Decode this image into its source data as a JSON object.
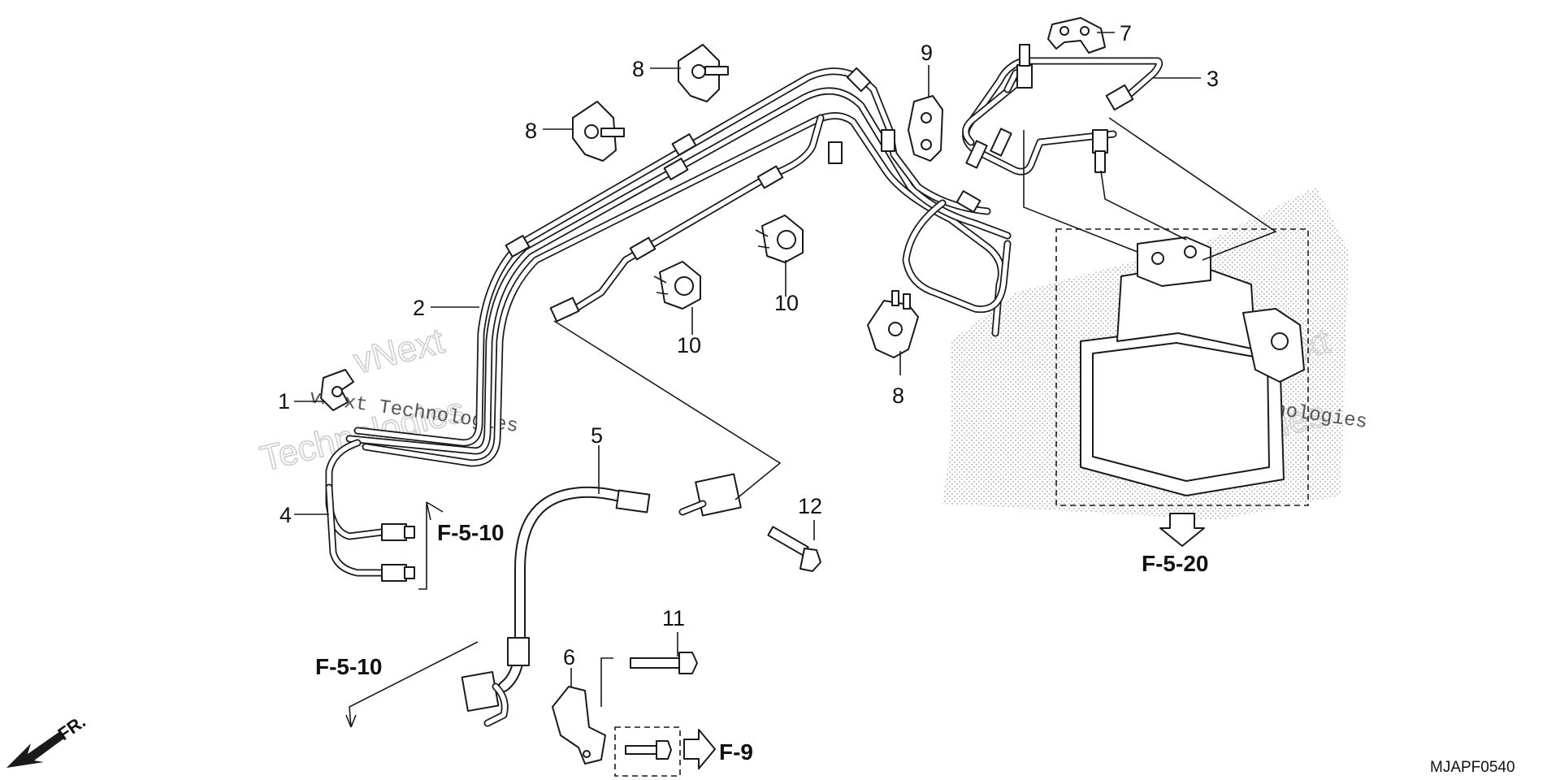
{
  "callouts": {
    "c1": "1",
    "c2": "2",
    "c3": "3",
    "c4": "4",
    "c5": "5",
    "c6": "6",
    "c7": "7",
    "c8a": "8",
    "c8b": "8",
    "c8c": "8",
    "c9": "9",
    "c10a": "10",
    "c10b": "10",
    "c11": "11",
    "c12": "12"
  },
  "references": {
    "ref_f510_upper": "F-5-10",
    "ref_f510_lower": "F-5-10",
    "ref_f520": "F-5-20",
    "ref_f9": "F-9"
  },
  "direction_label": "FR.",
  "diagram_code": "MJAPF0540",
  "watermark": {
    "brand_top": "vNext",
    "brand_bottom": "Technologies",
    "line_text": "vNext Technologies"
  },
  "icons": [
    "front-direction-arrow-icon",
    "reference-arrow-icon"
  ],
  "colors": {
    "ink": "#1a1a1a",
    "paper": "#ffffff",
    "shading": "#8c8c8c"
  }
}
